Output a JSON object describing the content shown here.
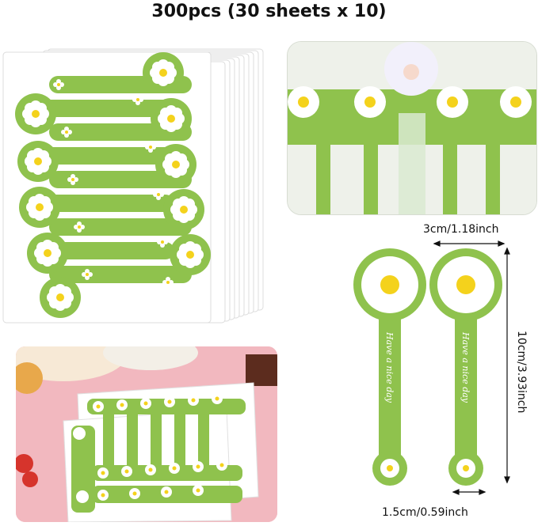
{
  "title": "300pcs (30 sheets x 10)",
  "sticker_text": "Have a nice day",
  "dimensions": {
    "width_top": "3cm/1.18inch",
    "height": "10cm/3.93inch",
    "width_bottom": "1.5cm/0.59inch"
  },
  "colors": {
    "sticker_green": "#8fc24d",
    "sticker_green_dark": "#76aa38",
    "flower_petal": "#ffffff",
    "flower_center": "#f4d21c",
    "background_pink": "#f2b8bf"
  },
  "icons": [
    "daisy-flower-icon",
    "double-arrow-icon"
  ]
}
